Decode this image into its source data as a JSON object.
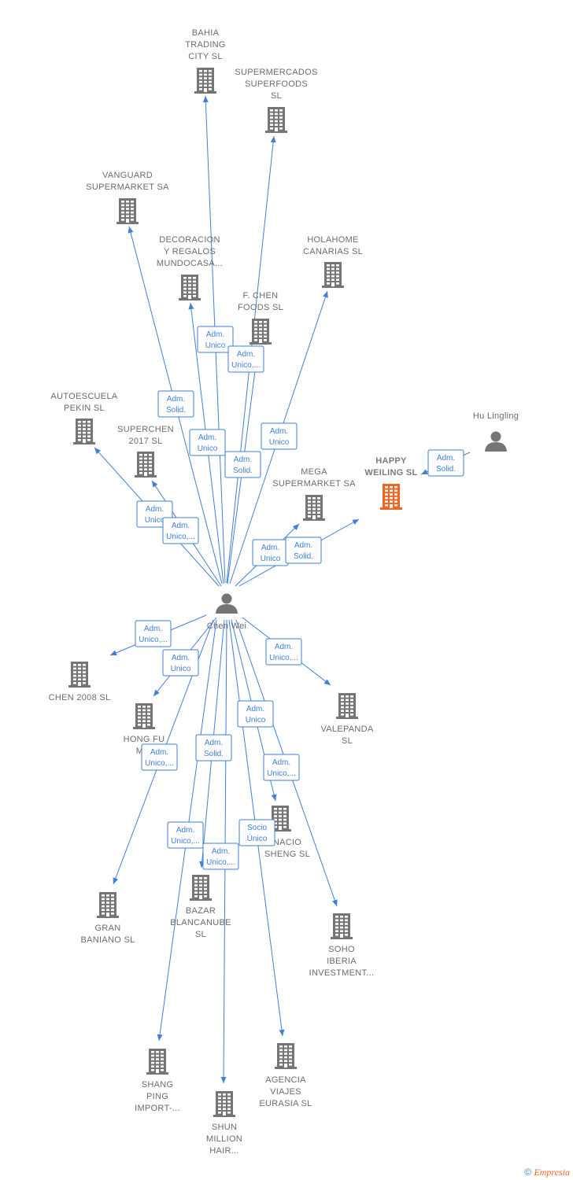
{
  "colors": {
    "edge": "#3f7fd6",
    "node": "#757575",
    "focus_node": "#f26422"
  },
  "people": [
    {
      "id": "chen-wei",
      "label": [
        "Chen Wei"
      ]
    },
    {
      "id": "hu-lingling",
      "label": [
        "Hu Lingling"
      ]
    }
  ],
  "companies": [
    {
      "id": "bahia",
      "label": [
        "BAHIA",
        "TRADING",
        "CITY SL"
      ],
      "icon": "building-icon"
    },
    {
      "id": "supermercados",
      "label": [
        "SUPERMERCADOS",
        "SUPERFOODS",
        "SL"
      ],
      "icon": "building-icon"
    },
    {
      "id": "vanguard",
      "label": [
        "VANGUARD",
        "SUPERMARKET SA"
      ],
      "icon": "building-icon"
    },
    {
      "id": "decoracion",
      "label": [
        "DECORACION",
        "Y REGALOS",
        "MUNDOCASA..."
      ],
      "icon": "building-icon"
    },
    {
      "id": "holahome",
      "label": [
        "HOLAHOME",
        "CANARIAS  SL"
      ],
      "icon": "building-icon"
    },
    {
      "id": "fchen",
      "label": [
        "F.  CHEN",
        "FOODS  SL"
      ],
      "icon": "building-icon"
    },
    {
      "id": "autoescuela",
      "label": [
        "AUTOESCUELA",
        "PEKIN SL"
      ],
      "icon": "building-icon"
    },
    {
      "id": "superchen",
      "label": [
        "SUPERCHEN",
        "2017  SL"
      ],
      "icon": "building-icon"
    },
    {
      "id": "mega",
      "label": [
        "MEGA",
        "SUPERMARKET SA"
      ],
      "icon": "building-icon"
    },
    {
      "id": "happy",
      "label": [
        "HAPPY",
        "WEILING  SL"
      ],
      "icon": "building-icon",
      "focus": true
    },
    {
      "id": "chen2008",
      "label": [
        "CHEN 2008  SL"
      ],
      "icon": "building-icon"
    },
    {
      "id": "hongfu",
      "label": [
        "HONG FU",
        "MIA"
      ],
      "icon": "building-icon"
    },
    {
      "id": "valepanda",
      "label": [
        "VALEPANDA",
        "SL"
      ],
      "icon": "building-icon"
    },
    {
      "id": "nacio",
      "label": [
        "NACIO",
        "SHENG  SL"
      ],
      "icon": "building-icon"
    },
    {
      "id": "gran",
      "label": [
        "GRAN",
        "BANIANO SL"
      ],
      "icon": "building-icon"
    },
    {
      "id": "bazar",
      "label": [
        "BAZAR",
        "BLANCANUBE",
        "SL"
      ],
      "icon": "building-icon"
    },
    {
      "id": "soho",
      "label": [
        "SOHO",
        "IBERIA",
        "INVESTMENT..."
      ],
      "icon": "building-icon"
    },
    {
      "id": "shang",
      "label": [
        "SHANG",
        "PING",
        "IMPORT-..."
      ],
      "icon": "building-icon"
    },
    {
      "id": "agencia",
      "label": [
        "AGENCIA",
        "VIAJES",
        "EURASIA  SL"
      ],
      "icon": "building-icon"
    },
    {
      "id": "shun",
      "label": [
        "SHUN",
        "MILLION",
        "HAIR..."
      ],
      "icon": "building-icon"
    }
  ],
  "relations": [
    {
      "from": "chen-wei",
      "to": "bahia",
      "label": [
        "Adm.",
        "Unico"
      ]
    },
    {
      "from": "chen-wei",
      "to": "supermercados",
      "label": [
        "Adm.",
        "Unico,..."
      ]
    },
    {
      "from": "chen-wei",
      "to": "vanguard",
      "label": [
        "Adm.",
        "Solid."
      ]
    },
    {
      "from": "chen-wei",
      "to": "decoracion",
      "label": [
        "Adm.",
        "Unico"
      ]
    },
    {
      "from": "chen-wei",
      "to": "holahome",
      "label": [
        "Adm.",
        "Unico"
      ]
    },
    {
      "from": "chen-wei",
      "to": "fchen",
      "label": [
        "Adm.",
        "Solid."
      ]
    },
    {
      "from": "chen-wei",
      "to": "autoescuela",
      "label": [
        "Adm.",
        "Unico"
      ]
    },
    {
      "from": "chen-wei",
      "to": "superchen",
      "label": [
        "Adm.",
        "Unico,..."
      ]
    },
    {
      "from": "chen-wei",
      "to": "mega",
      "label": [
        "Adm.",
        "Unico"
      ]
    },
    {
      "from": "chen-wei",
      "to": "happy",
      "label": [
        "Adm.",
        "Solid."
      ]
    },
    {
      "from": "hu-lingling",
      "to": "happy",
      "label": [
        "Adm.",
        "Solid."
      ]
    },
    {
      "from": "chen-wei",
      "to": "chen2008",
      "label": [
        "Adm.",
        "Unico,..."
      ]
    },
    {
      "from": "chen-wei",
      "to": "hongfu",
      "label": [
        "Adm.",
        "Unico"
      ]
    },
    {
      "from": "chen-wei",
      "to": "valepanda",
      "label": [
        "Adm.",
        "Unico,..."
      ]
    },
    {
      "from": "chen-wei",
      "to": "nacio",
      "label": [
        "Adm.",
        "Unico"
      ]
    },
    {
      "from": "chen-wei",
      "to": "gran",
      "label": [
        "Adm.",
        "Unico,..."
      ]
    },
    {
      "from": "chen-wei",
      "to": "bazar",
      "label": [
        "Adm.",
        "Solid."
      ]
    },
    {
      "from": "chen-wei",
      "to": "soho",
      "label": [
        "Adm.",
        "Unico,..."
      ]
    },
    {
      "from": "chen-wei",
      "to": "shang",
      "label": [
        "Adm.",
        "Unico,..."
      ]
    },
    {
      "from": "chen-wei",
      "to": "agencia",
      "label": [
        "Socio",
        "Único"
      ]
    },
    {
      "from": "chen-wei",
      "to": "shun",
      "label": [
        "Adm.",
        "Unico,..."
      ]
    }
  ],
  "footer": {
    "copyright": "©",
    "brand": "Empresia"
  }
}
